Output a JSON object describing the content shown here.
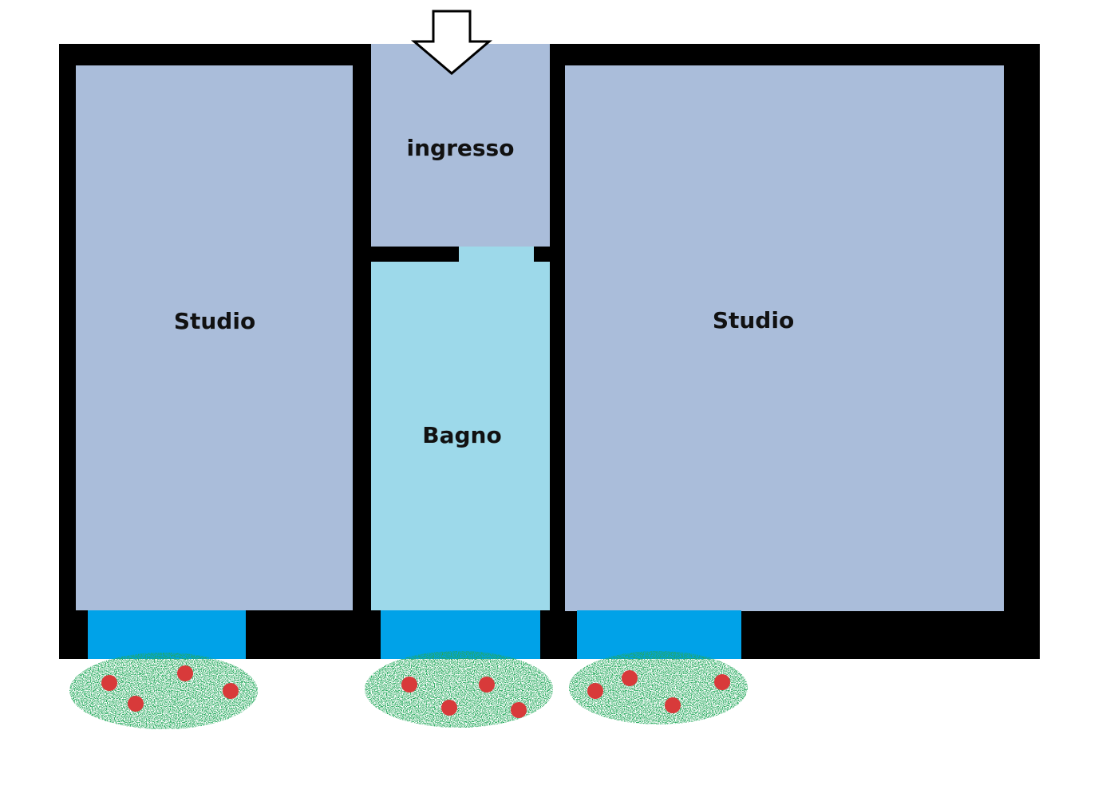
{
  "rooms": {
    "entrance": {
      "label": "ingresso"
    },
    "study_left": {
      "label": "Studio"
    },
    "bathroom": {
      "label": "Bagno"
    },
    "study_right": {
      "label": "Studio"
    }
  },
  "colors": {
    "wall": "#000000",
    "room": "#aabdda",
    "bathroom": "#9dd9ea",
    "window": "#00a2e8",
    "foliage": "#22a85a",
    "flower": "#d83a3a",
    "background": "#ffffff"
  },
  "icons": {
    "entry_marker": "arrow-down-icon"
  }
}
